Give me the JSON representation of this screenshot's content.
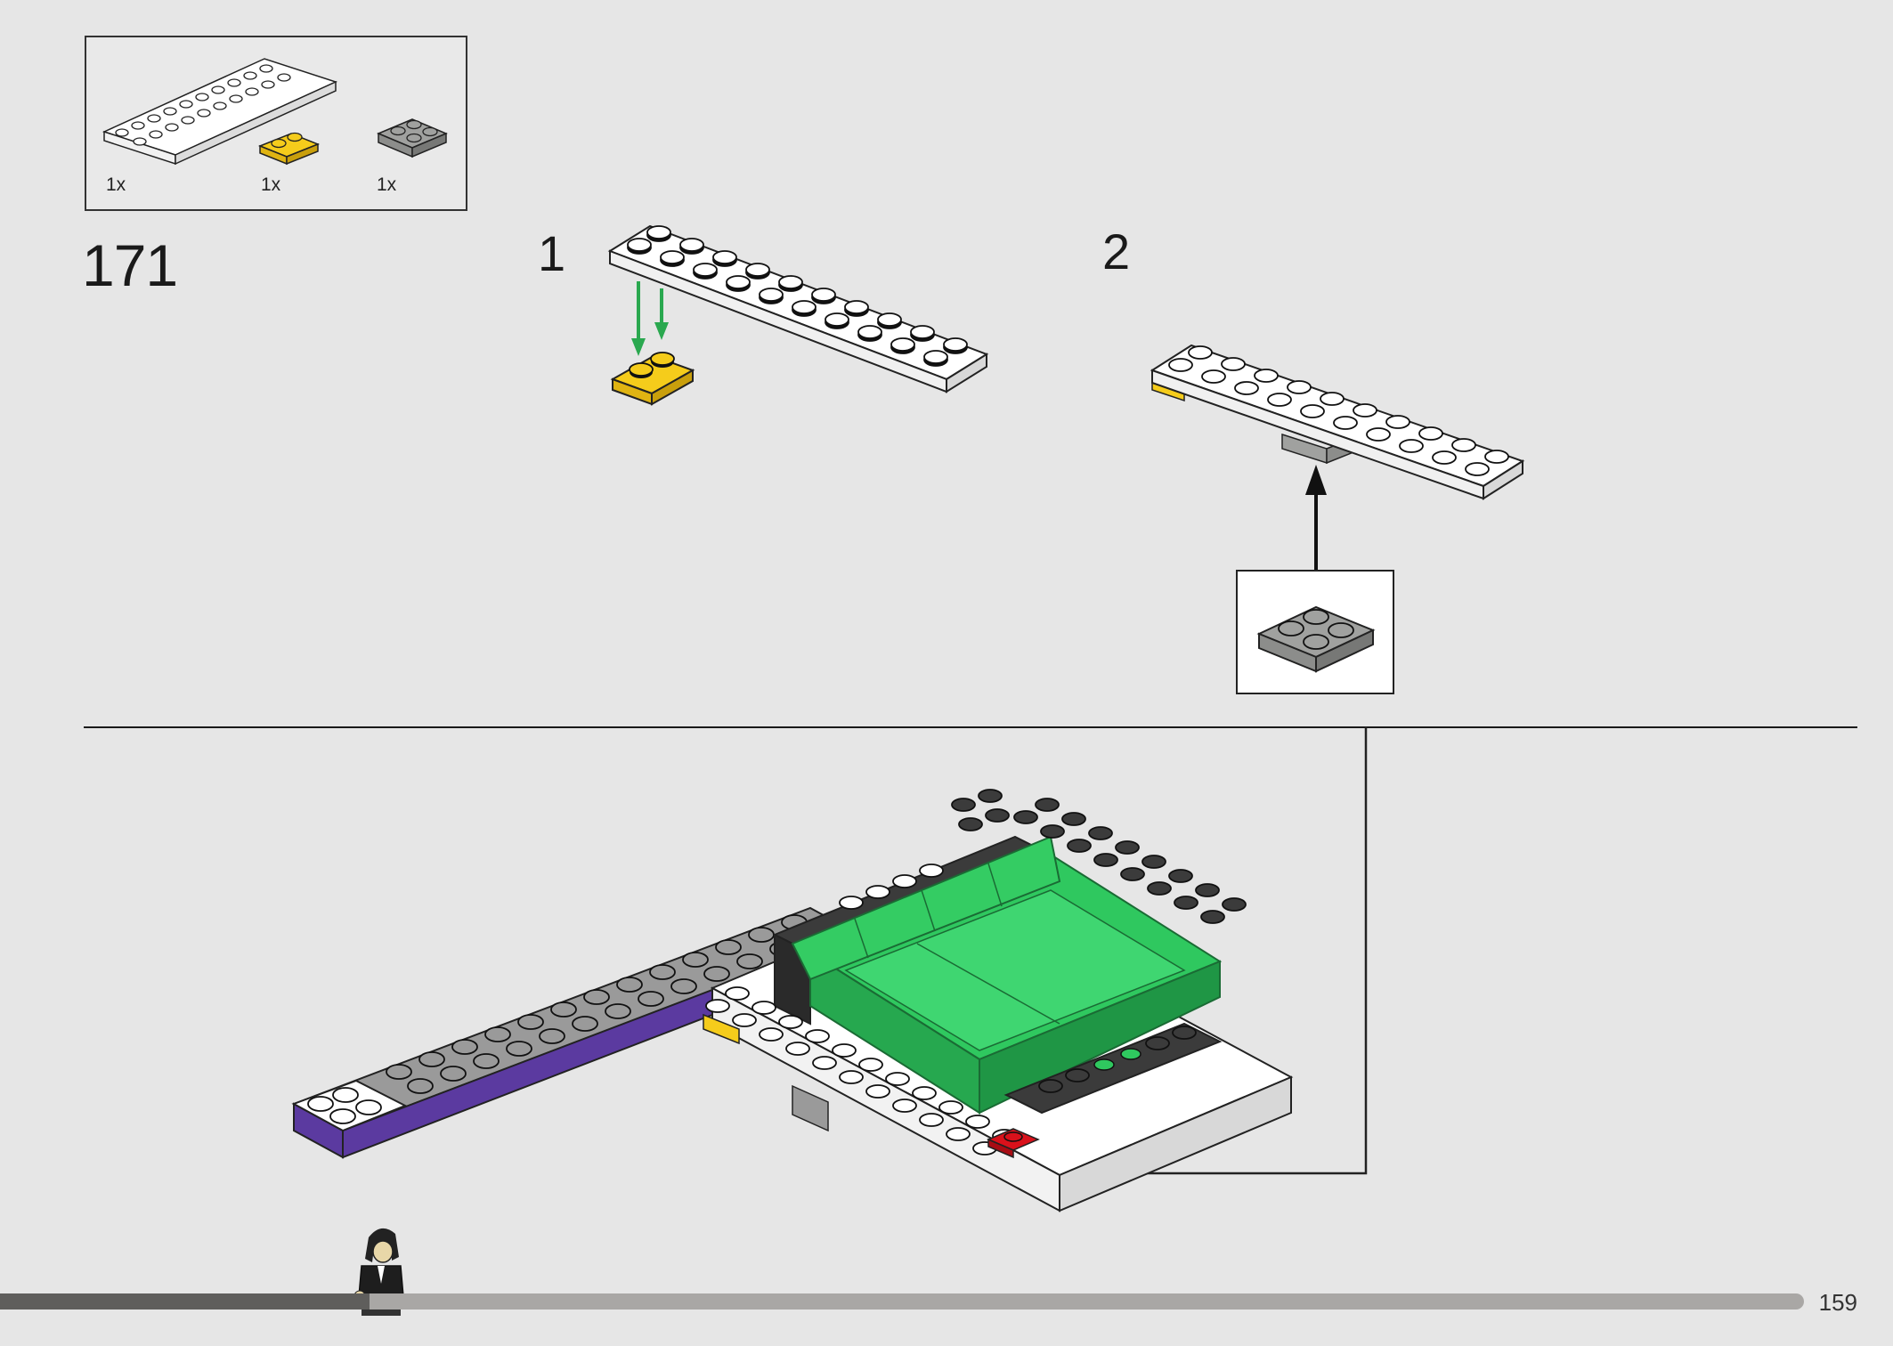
{
  "parts": [
    {
      "name": "white-plate-2x10",
      "color": "#ffffff",
      "qty": "1x"
    },
    {
      "name": "yellow-plate-1x2",
      "color": "#f5cc1b",
      "qty": "1x"
    },
    {
      "name": "gray-plate-2x2",
      "color": "#a0a19f",
      "qty": "1x"
    }
  ],
  "step": {
    "number": "171"
  },
  "substeps": [
    {
      "number": "1"
    },
    {
      "number": "2"
    }
  ],
  "colors": {
    "white": "#ffffff",
    "yellow": "#f5cc1b",
    "gray": "#a0a19f",
    "dark_gray": "#3b3b3b",
    "green": "#2fc85f",
    "purple": "#5b3aa0",
    "red": "#d9111b",
    "arrow_green": "#2aa84f",
    "background": "#e6e6e6"
  },
  "progress": {
    "fraction": 0.205
  },
  "page": {
    "number": "159"
  }
}
